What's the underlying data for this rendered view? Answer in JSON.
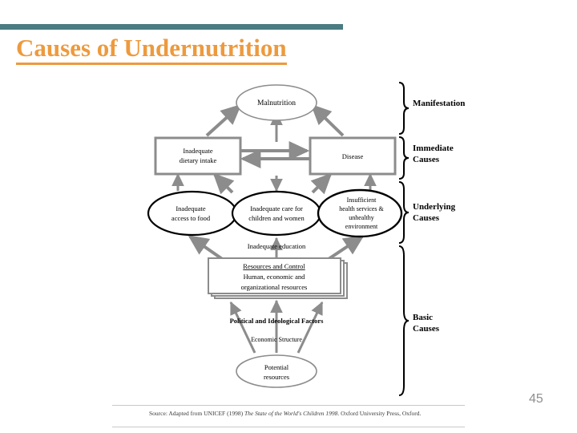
{
  "slide": {
    "title": "Causes of Undernutrition",
    "title_color": "#ED9A3E",
    "rule_color": "#4a7c82",
    "page_number": "45"
  },
  "diagram": {
    "title": "UNICEF conceptual framework for causes of undernutrition",
    "nodes": {
      "malnutrition": "Malnutrition",
      "inadequate_dietary_intake_line1": "Inadequate",
      "inadequate_dietary_intake_line2": "dietary intake",
      "disease": "Disease",
      "access_food_line1": "Inadequate",
      "access_food_line2": "access to food",
      "care_line1": "Inadequate care for",
      "care_line2": "children and women",
      "health_line1": "Insufficient",
      "health_line2": "health services &",
      "health_line3": "unhealthy",
      "health_line4": "environment",
      "inadequate_education": "Inadequate education",
      "resources_heading": "Resources and Control",
      "resources_line2": "Human, economic and",
      "resources_line3": "organizational resources",
      "political_factors": "Political and Ideological Factors",
      "economic_structure": "Economic Structure",
      "potential_line1": "Potential",
      "potential_line2": "resources"
    },
    "brackets": [
      {
        "label_line1": "Manifestation",
        "label_line2": ""
      },
      {
        "label_line1": "Immediate",
        "label_line2": "Causes"
      },
      {
        "label_line1": "Underlying",
        "label_line2": "Causes"
      },
      {
        "label_line1": "Basic",
        "label_line2": "Causes"
      }
    ],
    "colors": {
      "gray_stroke": "#8c8c8c",
      "black_stroke": "#000000"
    }
  },
  "footer": {
    "source_prefix": "Source: Adapted from UNICEF (1998) ",
    "source_italic": "The State of the World's Children 1998",
    "source_suffix": ". Oxford University Press, Oxford."
  }
}
